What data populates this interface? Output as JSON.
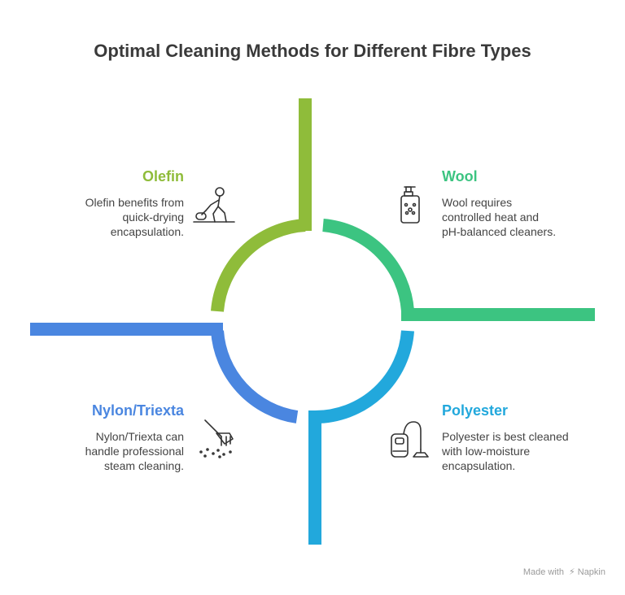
{
  "title": "Optimal Cleaning Methods for Different Fibre Types",
  "colors": {
    "olefin": "#8fbc3a",
    "wool": "#3cc481",
    "polyester": "#22a8dc",
    "nylon": "#4a86e0",
    "icon": "#333333"
  },
  "quadrants": {
    "olefin": {
      "heading": "Olefin",
      "lines": [
        "Olefin benefits from",
        "quick-drying",
        "encapsulation."
      ],
      "icon": "person-vacuuming-icon"
    },
    "wool": {
      "heading": "Wool",
      "lines": [
        "Wool requires",
        "controlled heat and",
        "pH-balanced cleaners."
      ],
      "icon": "pump-bottle-icon"
    },
    "nylon": {
      "heading": "Nylon/Triexta",
      "lines": [
        "Nylon/Triexta can",
        "handle professional",
        "steam cleaning."
      ],
      "icon": "rake-icon"
    },
    "polyester": {
      "heading": "Polyester",
      "lines": [
        "Polyester is best cleaned",
        "with low-moisture",
        "encapsulation."
      ],
      "icon": "canister-vacuum-icon"
    }
  },
  "footer": {
    "made_with": "Made with",
    "brand": "Napkin"
  }
}
